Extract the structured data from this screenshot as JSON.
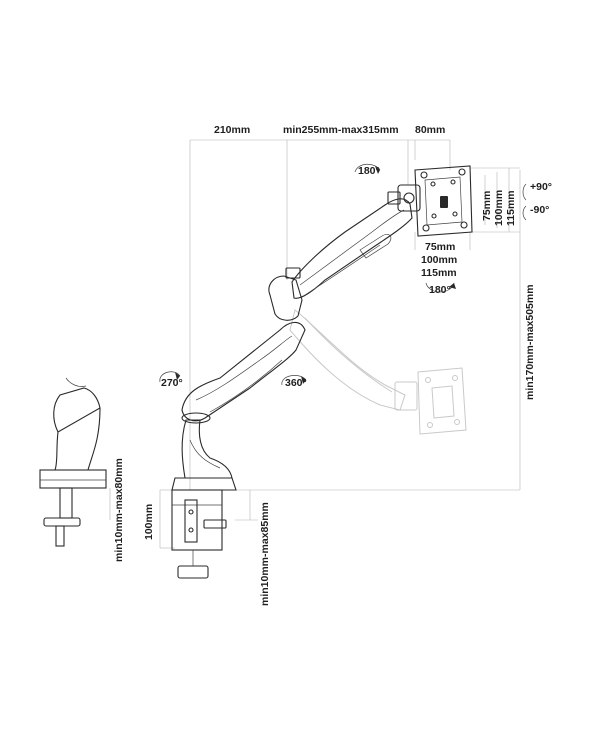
{
  "dimensions": {
    "arm_reach": "210mm",
    "arm_extension": "min255mm-max315mm",
    "head_offset": "80mm",
    "vesa_vertical_75": "75mm",
    "vesa_vertical_100": "100mm",
    "vesa_vertical_115": "115mm",
    "vesa_horizontal_75": "75mm",
    "vesa_horizontal_100": "100mm",
    "vesa_horizontal_115": "115mm",
    "height_range": "min170mm-max505mm",
    "clamp_depth": "100mm",
    "clamp_thickness": "min10mm-max85mm",
    "grommet_thickness": "min10mm-max80mm"
  },
  "angles": {
    "head_swivel_top": "180°",
    "head_swivel_bottom": "180°",
    "tilt_up": "+90°",
    "tilt_down": "-90°",
    "base_rotation": "270°",
    "joint_rotation": "360°"
  },
  "icons": {
    "rotation": "rotation-arrow-icon"
  }
}
